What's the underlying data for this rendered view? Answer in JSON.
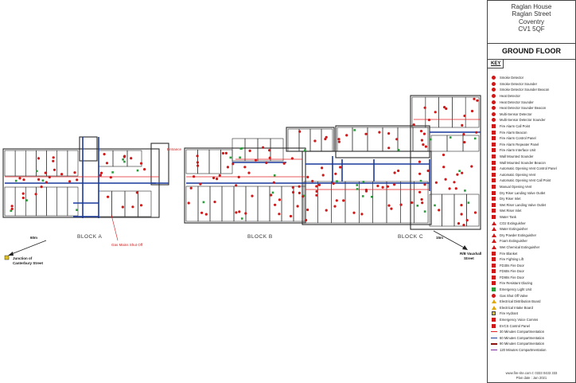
{
  "address": [
    "Raglan House",
    "Raglan Street",
    "Coventry",
    "CV1 5QF"
  ],
  "floor_title": "GROUND FLOOR",
  "key_title": "KEY",
  "key_items": [
    {
      "label": "Smoke Detector",
      "icon": "dot"
    },
    {
      "label": "Smoke Detector Sounder",
      "icon": "dot"
    },
    {
      "label": "Smoke Detector Sounder Beacon",
      "icon": "dot"
    },
    {
      "label": "Heat Detector",
      "icon": "dot"
    },
    {
      "label": "Heat Detector Sounder",
      "icon": "dot"
    },
    {
      "label": "Heat Detector Sounder Beacon",
      "icon": "dot"
    },
    {
      "label": "Multi-Sensor Detector",
      "icon": "dot"
    },
    {
      "label": "Multi-Sensor Detector Sounder",
      "icon": "dot"
    },
    {
      "label": "Fire Alarm Call Point",
      "icon": "sq"
    },
    {
      "label": "Fire Alarm Beacon",
      "icon": "sq"
    },
    {
      "label": "Fire Alarm Control Panel",
      "icon": "sq"
    },
    {
      "label": "Fire Alarm Repeater Panel",
      "icon": "sq"
    },
    {
      "label": "Fire Alarm Interface Unit",
      "icon": "sq"
    },
    {
      "label": "Wall Mounted Sounder",
      "icon": "sq"
    },
    {
      "label": "Wall Mounted Sounder Beacon",
      "icon": "sq"
    },
    {
      "label": "Automatic Opening Vent Control Panel",
      "icon": "sq"
    },
    {
      "label": "Automatic Opening Vent",
      "icon": "sq"
    },
    {
      "label": "Automatic Opening Vent Call Point",
      "icon": "sq"
    },
    {
      "label": "Manual Opening Vent",
      "icon": "sq"
    },
    {
      "label": "Dry Riser Landing Valve Outlet",
      "icon": "sq"
    },
    {
      "label": "Dry Riser Inlet",
      "icon": "sq"
    },
    {
      "label": "Wet Riser Landing Valve Outlet",
      "icon": "sq"
    },
    {
      "label": "Wet Riser Inlet",
      "icon": "sq"
    },
    {
      "label": "Water Tank",
      "icon": "sq"
    },
    {
      "label": "CO2 Extinguisher",
      "icon": "tri"
    },
    {
      "label": "Water Extinguisher",
      "icon": "tri"
    },
    {
      "label": "Dry Powder Extinguisher",
      "icon": "tri"
    },
    {
      "label": "Foam Extinguisher",
      "icon": "tri"
    },
    {
      "label": "Wet Chemical Extinguisher",
      "icon": "tri"
    },
    {
      "label": "Fire Blanket",
      "icon": "sq"
    },
    {
      "label": "Fire Fighting Lift",
      "icon": "sq"
    },
    {
      "label": "FD30s Fire Door",
      "icon": "sq"
    },
    {
      "label": "FD60s Fire Door",
      "icon": "sq"
    },
    {
      "label": "FD90s Fire Door",
      "icon": "sq"
    },
    {
      "label": "Fire Resistant Glazing",
      "icon": "sq"
    },
    {
      "label": "Emergency Light Unit",
      "icon": "sqg"
    },
    {
      "label": "Gas Shut Off Valve",
      "icon": "dot"
    },
    {
      "label": "Electrical Distribution Board",
      "icon": "triy"
    },
    {
      "label": "Electrical Intake Board",
      "icon": "triy"
    },
    {
      "label": "Fire Hydrant",
      "icon": "sqy"
    },
    {
      "label": "Emergency Voice Comms",
      "icon": "sq"
    },
    {
      "label": "EVCS Control Panel",
      "icon": "sq"
    },
    {
      "label": "30 Minutes Compartmentation",
      "icon": "line-red"
    },
    {
      "label": "60 Minutes Compartmentation",
      "icon": "line-blue"
    },
    {
      "label": "90 Minutes Compartmentation",
      "icon": "line-darkred"
    },
    {
      "label": "120 Minutes Compartmentation",
      "icon": "line-purple"
    }
  ],
  "footer": {
    "line1": "www.fire-rite.com  t: 0333 0433 333",
    "line2": "Plan date : Jan  2021"
  },
  "plan": {
    "block_a": "BLOCK A",
    "block_b": "BLOCK B",
    "block_c": "BLOCK C",
    "dist_left": "60m",
    "dist_right": "15m",
    "junction_label_1": "Junction of",
    "junction_label_2": "Canterbury Street",
    "rb_label_1": "R/B Vauxhall",
    "rb_label_2": "Street",
    "gas_label": "Gas Mains Shut Off",
    "entrance_label": "Entrance"
  },
  "colors": {
    "wall": "#2a2a2a",
    "compartment": "#1a3a9c",
    "device": "#d01818",
    "emergency_light": "#2a9d3a",
    "hydrant": "#e0c020"
  }
}
